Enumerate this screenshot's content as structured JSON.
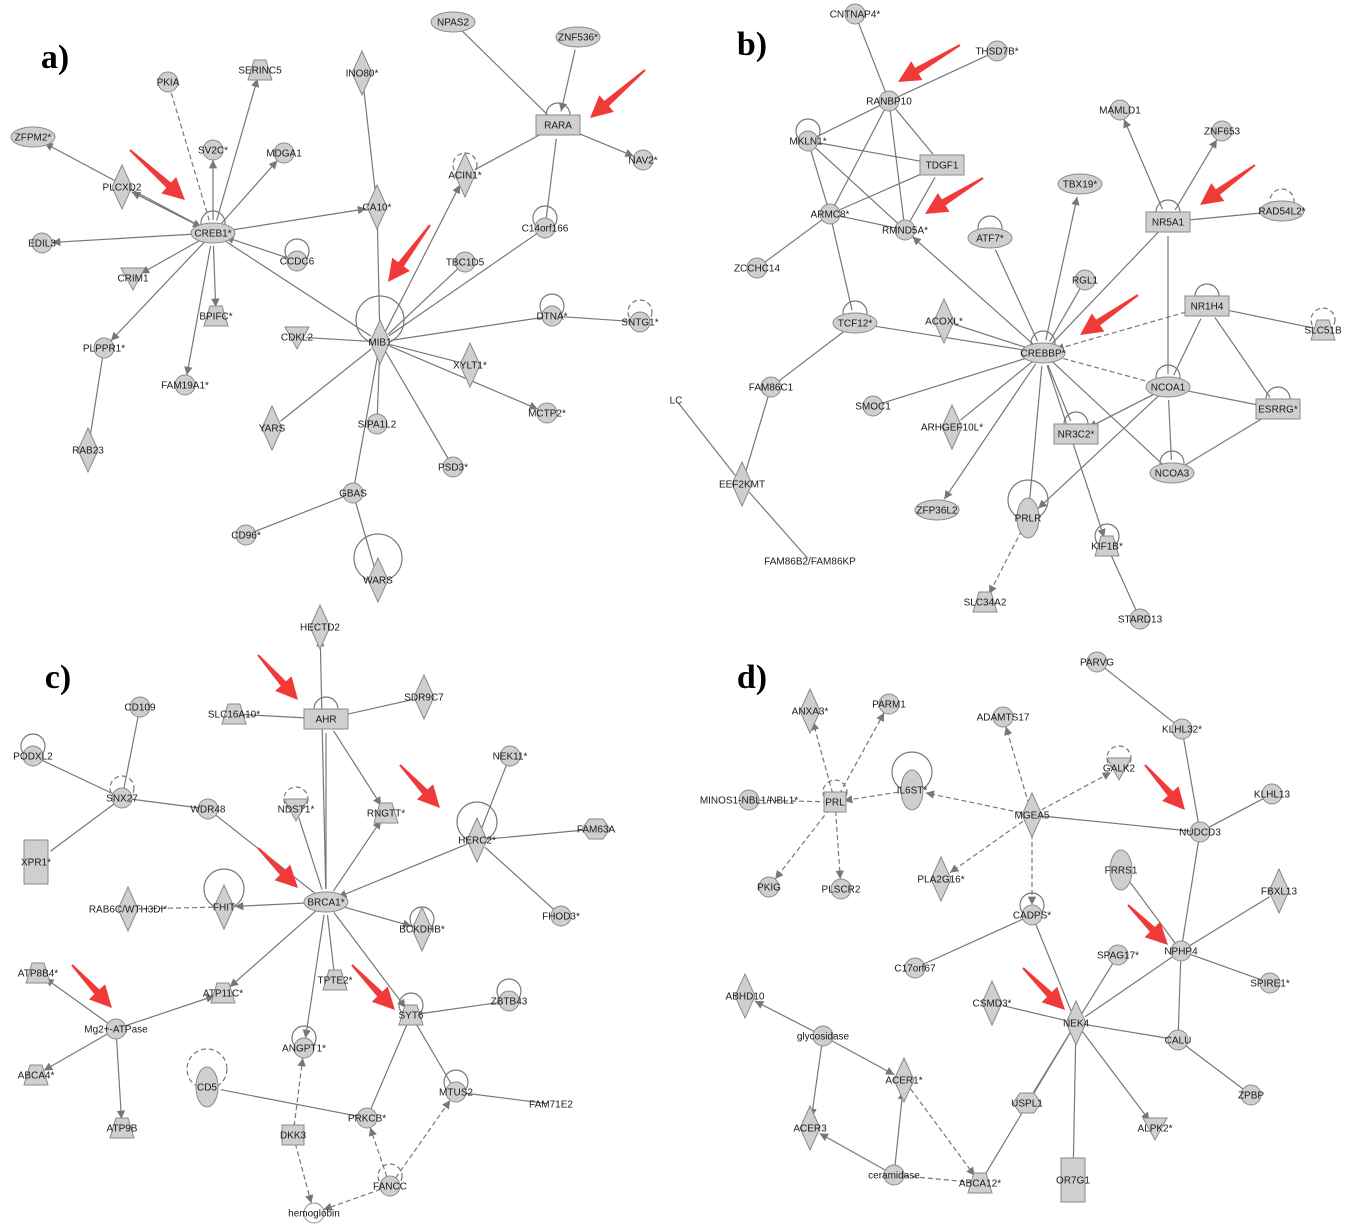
{
  "colors": {
    "node_fill": "#cfcfcf",
    "node_stroke": "#8a8a8a",
    "edge": "#777777",
    "highlight_arrow": "#f03a3a"
  },
  "panels": [
    {
      "label": "a)",
      "nodes": [
        {
          "id": "PKIA",
          "shape": "circle"
        },
        {
          "id": "SERINC5",
          "shape": "trapezoid"
        },
        {
          "id": "INO80*",
          "shape": "diamond"
        },
        {
          "id": "NPAS2",
          "shape": "ellipse"
        },
        {
          "id": "ZNF536*",
          "shape": "ellipse"
        },
        {
          "id": "ZFPM2*",
          "shape": "ellipse"
        },
        {
          "id": "SV2C*",
          "shape": "circle"
        },
        {
          "id": "MDGA1",
          "shape": "circle"
        },
        {
          "id": "RARA",
          "shape": "rect"
        },
        {
          "id": "ACIN1*",
          "shape": "diamond"
        },
        {
          "id": "NAV2*",
          "shape": "circle"
        },
        {
          "id": "PLCXD2",
          "shape": "diamond"
        },
        {
          "id": "CREB1*",
          "shape": "ellipse"
        },
        {
          "id": "CA10*",
          "shape": "diamond"
        },
        {
          "id": "EDIL3",
          "shape": "circle"
        },
        {
          "id": "C14orf166",
          "shape": "circle"
        },
        {
          "id": "CCDC6",
          "shape": "circle"
        },
        {
          "id": "CRIM1",
          "shape": "vtriangle"
        },
        {
          "id": "TBC1D5",
          "shape": "circle"
        },
        {
          "id": "BPIFC*",
          "shape": "trapezoid"
        },
        {
          "id": "DTNA*",
          "shape": "circle"
        },
        {
          "id": "SNTG1*",
          "shape": "circle"
        },
        {
          "id": "CDKL2",
          "shape": "vtriangle"
        },
        {
          "id": "MIB1",
          "shape": "diamond"
        },
        {
          "id": "PLPPR1*",
          "shape": "circle"
        },
        {
          "id": "XYLT1*",
          "shape": "diamond"
        },
        {
          "id": "FAM19A1*",
          "shape": "circle"
        },
        {
          "id": "MCTP2*",
          "shape": "circle"
        },
        {
          "id": "YARS",
          "shape": "diamond"
        },
        {
          "id": "SIPA1L2",
          "shape": "circle"
        },
        {
          "id": "RAB23",
          "shape": "diamond"
        },
        {
          "id": "PSD3*",
          "shape": "circle"
        },
        {
          "id": "GBAS",
          "shape": "circle"
        },
        {
          "id": "CD96*",
          "shape": "circle"
        },
        {
          "id": "WARS",
          "shape": "diamond"
        }
      ]
    },
    {
      "label": "b)",
      "nodes": [
        {
          "id": "CNTNAP4*",
          "shape": "circle"
        },
        {
          "id": "THSD7B*",
          "shape": "circle"
        },
        {
          "id": "RANBP10",
          "shape": "circle"
        },
        {
          "id": "MAMLD1",
          "shape": "circle"
        },
        {
          "id": "ZNF653",
          "shape": "circle"
        },
        {
          "id": "MKLN1*",
          "shape": "circle"
        },
        {
          "id": "TDGF1",
          "shape": "rect"
        },
        {
          "id": "TBX19*",
          "shape": "ellipse"
        },
        {
          "id": "NR5A1",
          "shape": "rect"
        },
        {
          "id": "RAD54L2*",
          "shape": "ellipse"
        },
        {
          "id": "ARMC8*",
          "shape": "circle"
        },
        {
          "id": "RMND5A*",
          "shape": "circle"
        },
        {
          "id": "ATF7*",
          "shape": "ellipse"
        },
        {
          "id": "ZCCHC14",
          "shape": "circle"
        },
        {
          "id": "RGL1",
          "shape": "circle"
        },
        {
          "id": "NR1H4",
          "shape": "rect"
        },
        {
          "id": "TCF12*",
          "shape": "ellipse"
        },
        {
          "id": "ACOXL*",
          "shape": "diamond"
        },
        {
          "id": "SLC51B",
          "shape": "trapezoid"
        },
        {
          "id": "CREBBP*",
          "shape": "ellipse"
        },
        {
          "id": "FAM86C1",
          "shape": "circle"
        },
        {
          "id": "NCOA1",
          "shape": "ellipse"
        },
        {
          "id": "SMOC1",
          "shape": "circle"
        },
        {
          "id": "ESRRG*",
          "shape": "rect"
        },
        {
          "id": "ARHGEF10L*",
          "shape": "diamond"
        },
        {
          "id": "NR3C2*",
          "shape": "rect"
        },
        {
          "id": "NCOA3",
          "shape": "ellipse"
        },
        {
          "id": "EEF2KMT",
          "shape": "diamond"
        },
        {
          "id": "ZFP36L2",
          "shape": "ellipse"
        },
        {
          "id": "PRLR",
          "shape": "vellipse"
        },
        {
          "id": "KIF1B*",
          "shape": "trapezoid"
        },
        {
          "id": "FAM86B2/FAM86KP",
          "shape": "none"
        },
        {
          "id": "SLC34A2",
          "shape": "trapezoid"
        },
        {
          "id": "STARD13",
          "shape": "circle"
        },
        {
          "id": "LC",
          "shape": "none"
        }
      ]
    },
    {
      "label": "c)",
      "nodes": [
        {
          "id": "HECTD2",
          "shape": "diamond"
        },
        {
          "id": "CD109",
          "shape": "circle"
        },
        {
          "id": "SLC16A10*",
          "shape": "trapezoid"
        },
        {
          "id": "AHR",
          "shape": "rect"
        },
        {
          "id": "SDR9C7",
          "shape": "diamond"
        },
        {
          "id": "PODXL2",
          "shape": "circle"
        },
        {
          "id": "NEK11*",
          "shape": "circle"
        },
        {
          "id": "SNX27",
          "shape": "circle"
        },
        {
          "id": "WDR48",
          "shape": "circle"
        },
        {
          "id": "NDST1*",
          "shape": "vtriangle"
        },
        {
          "id": "RNGTT*",
          "shape": "trapezoid"
        },
        {
          "id": "HERC2*",
          "shape": "diamond"
        },
        {
          "id": "FAM63A",
          "shape": "hexagon"
        },
        {
          "id": "XPR1*",
          "shape": "tallrect"
        },
        {
          "id": "BRCA1*",
          "shape": "ellipse"
        },
        {
          "id": "FHIT",
          "shape": "diamond"
        },
        {
          "id": "RAB6C/WTH3DI*",
          "shape": "diamond"
        },
        {
          "id": "BCKDHB*",
          "shape": "diamond"
        },
        {
          "id": "FHOD3*",
          "shape": "circle"
        },
        {
          "id": "ATP8B4*",
          "shape": "trapezoid"
        },
        {
          "id": "ATP11C*",
          "shape": "trapezoid"
        },
        {
          "id": "TPTE2*",
          "shape": "trapezoid"
        },
        {
          "id": "SYT6",
          "shape": "trapezoid"
        },
        {
          "id": "ZBTB43",
          "shape": "circle"
        },
        {
          "id": "Mg2+-ATPase",
          "shape": "circle"
        },
        {
          "id": "ANGPT1*",
          "shape": "circle"
        },
        {
          "id": "ABCA4*",
          "shape": "trapezoid"
        },
        {
          "id": "CD5",
          "shape": "vellipse"
        },
        {
          "id": "MTUS2",
          "shape": "circle"
        },
        {
          "id": "FAM71E2",
          "shape": "none"
        },
        {
          "id": "ATP9B",
          "shape": "trapezoid"
        },
        {
          "id": "PRKCB*",
          "shape": "circle"
        },
        {
          "id": "DKK3",
          "shape": "square"
        },
        {
          "id": "FANCC",
          "shape": "circle"
        },
        {
          "id": "hemoglobin",
          "shape": "whitecircle"
        }
      ]
    },
    {
      "label": "d)",
      "nodes": [
        {
          "id": "PARVG",
          "shape": "circle"
        },
        {
          "id": "ANXA3*",
          "shape": "diamond"
        },
        {
          "id": "PARM1",
          "shape": "circle"
        },
        {
          "id": "ADAMTS17",
          "shape": "circle"
        },
        {
          "id": "KLHL32*",
          "shape": "circle"
        },
        {
          "id": "GALK2",
          "shape": "vtriangle"
        },
        {
          "id": "MINOS1-NBL1/NBL1*",
          "shape": "circle"
        },
        {
          "id": "PRL",
          "shape": "square"
        },
        {
          "id": "IL6ST*",
          "shape": "vellipse"
        },
        {
          "id": "MGEA5",
          "shape": "diamond"
        },
        {
          "id": "KLHL13",
          "shape": "circle"
        },
        {
          "id": "NUDCD3",
          "shape": "circle"
        },
        {
          "id": "FRRS1",
          "shape": "vellipse"
        },
        {
          "id": "PKIG",
          "shape": "circle"
        },
        {
          "id": "PLSCR2",
          "shape": "circle"
        },
        {
          "id": "PLA2G16*",
          "shape": "diamond"
        },
        {
          "id": "FBXL13",
          "shape": "diamond"
        },
        {
          "id": "CADPS*",
          "shape": "circle"
        },
        {
          "id": "SPAG17*",
          "shape": "circle"
        },
        {
          "id": "NPHP4",
          "shape": "circle"
        },
        {
          "id": "C17orf67",
          "shape": "circle"
        },
        {
          "id": "SPIRE1*",
          "shape": "circle"
        },
        {
          "id": "ABHD10",
          "shape": "diamond"
        },
        {
          "id": "CSMD3*",
          "shape": "diamond"
        },
        {
          "id": "NEK4",
          "shape": "diamond"
        },
        {
          "id": "glycosidase",
          "shape": "circle"
        },
        {
          "id": "CALU",
          "shape": "circle"
        },
        {
          "id": "ZPBP",
          "shape": "circle"
        },
        {
          "id": "ACER1*",
          "shape": "diamond"
        },
        {
          "id": "USPL1",
          "shape": "hexagon"
        },
        {
          "id": "ALPK2*",
          "shape": "vtriangle"
        },
        {
          "id": "ACER3",
          "shape": "diamond"
        },
        {
          "id": "ceramidase",
          "shape": "circle"
        },
        {
          "id": "ABCA12*",
          "shape": "trapezoid"
        },
        {
          "id": "OR7G1",
          "shape": "tallrect"
        }
      ]
    }
  ]
}
